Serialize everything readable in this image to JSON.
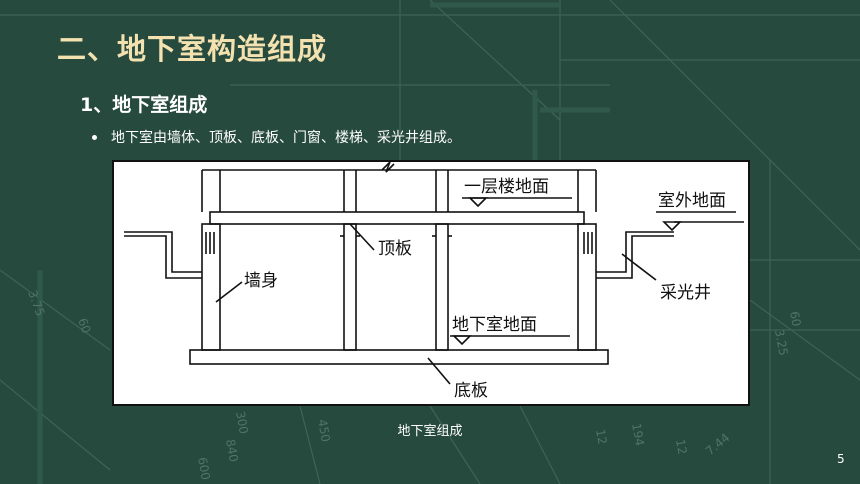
{
  "slide": {
    "title": "二、地下室构造组成",
    "subtitle": "1、地下室组成",
    "bullet": "地下室由墙体、顶板、底板、门窗、楼梯、采光井组成。",
    "caption": "地下室组成",
    "page_number": "5"
  },
  "figure": {
    "labels": {
      "first_floor": "一层楼地面",
      "outdoor_ground": "室外地面",
      "roof_slab": "顶板",
      "wall": "墙身",
      "light_well": "采光井",
      "basement_floor": "地下室地面",
      "base_slab": "底板"
    }
  },
  "background": {
    "dimension_marks": [
      "3.75",
      "60",
      "60",
      "3.25",
      "840",
      "600",
      "300",
      "12",
      "194",
      "450",
      "12",
      "7.44"
    ]
  }
}
